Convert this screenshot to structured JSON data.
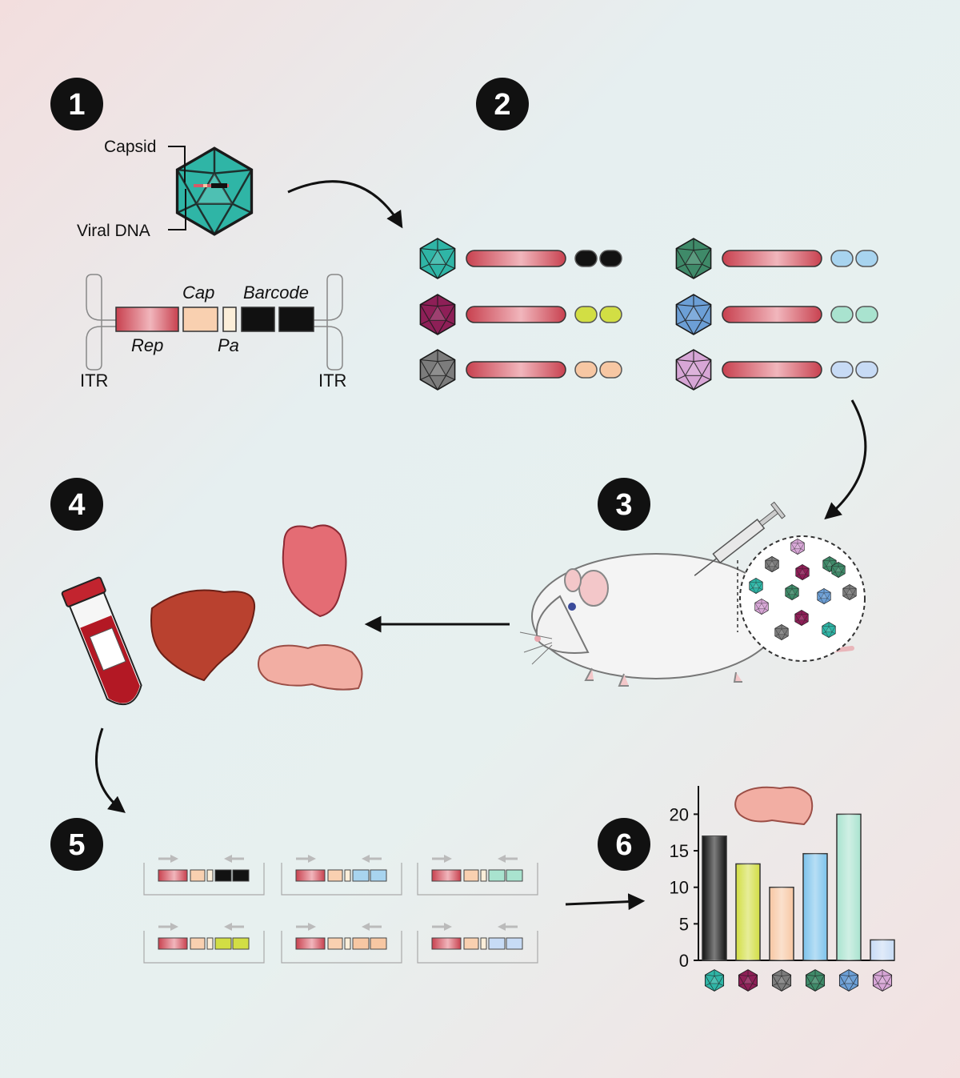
{
  "steps": [
    "1",
    "2",
    "3",
    "4",
    "5",
    "6"
  ],
  "step1": {
    "capsid_label": "Capsid",
    "viral_dna_label": "Viral DNA",
    "construct": {
      "cap": "Cap",
      "barcode": "Barcode",
      "rep": "Rep",
      "pa": "Pa",
      "itr_left": "ITR",
      "itr_right": "ITR"
    }
  },
  "colors": {
    "teal": "#2fb5a6",
    "magenta": "#8e1f57",
    "grey": "#7c7c7c",
    "green": "#3f8a69",
    "blue": "#6c9fd6",
    "pink": "#d7a6d6",
    "rep": "#d45a68",
    "barcode_black": "#121212",
    "barcode_yellow": "#d2de44",
    "barcode_peach": "#f7c7a3",
    "barcode_lightblue": "#a8d4ef",
    "barcode_mint": "#a9e3cf",
    "barcode_paleblue": "#c7dbf5"
  },
  "library": [
    {
      "icon": "capsid-teal-icon",
      "capsid": "#2fb5a6",
      "barcode": "#121212"
    },
    {
      "icon": "capsid-magenta-icon",
      "capsid": "#8e1f57",
      "barcode": "#d2de44"
    },
    {
      "icon": "capsid-grey-icon",
      "capsid": "#7c7c7c",
      "barcode": "#f7c7a3"
    },
    {
      "icon": "capsid-green-icon",
      "capsid": "#3f8a69",
      "barcode": "#a8d4ef"
    },
    {
      "icon": "capsid-blue-icon",
      "capsid": "#6c9fd6",
      "barcode": "#a9e3cf"
    },
    {
      "icon": "capsid-pink-icon",
      "capsid": "#d7a6d6",
      "barcode": "#c7dbf5"
    }
  ],
  "chart_data": {
    "type": "bar",
    "categories": [
      "teal capsid",
      "magenta capsid",
      "grey capsid",
      "green capsid",
      "blue capsid",
      "pink capsid"
    ],
    "values": [
      17,
      13.2,
      10,
      14.6,
      20,
      2.8
    ],
    "bar_colors": [
      "#121212",
      "#d2de44",
      "#f7c7a3",
      "#7cc3ec",
      "#a9e3cf",
      "#c7dbf5"
    ],
    "ylim": [
      0,
      23
    ],
    "yticks": [
      "0",
      "5",
      "10",
      "15",
      "20"
    ],
    "title": "",
    "xlabel": "",
    "ylabel": ""
  }
}
